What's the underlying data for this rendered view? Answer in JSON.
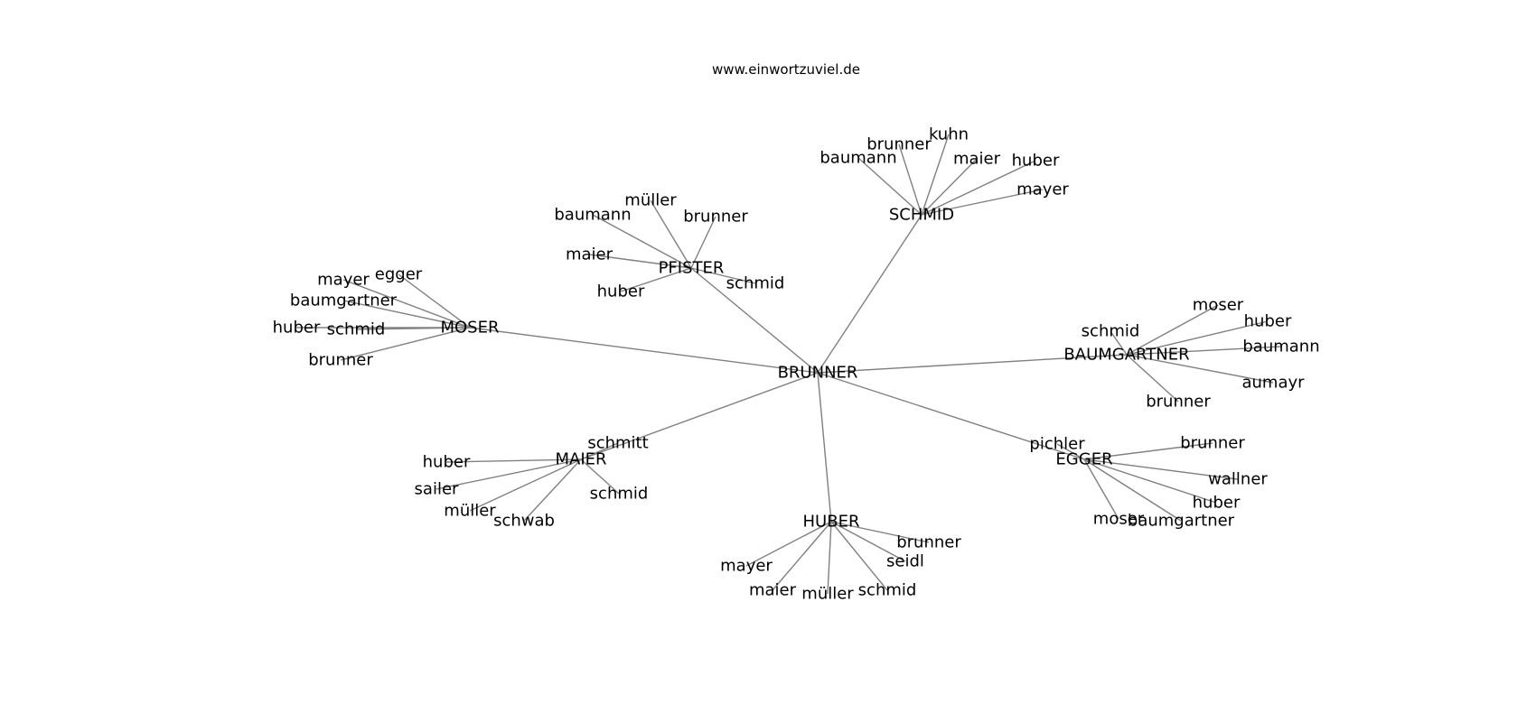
{
  "title": "www.einwortzuviel.de",
  "colors": {
    "edge": "#808080",
    "text": "#000000",
    "background": "#ffffff"
  },
  "graph": {
    "center": "BRUNNER",
    "hubs": [
      {
        "id": "schmid-hub",
        "label": "SCHMID",
        "leaves": [
          "baumann",
          "brunner",
          "kuhn",
          "maier",
          "huber",
          "mayer"
        ]
      },
      {
        "id": "pfister-hub",
        "label": "PFISTER",
        "leaves": [
          "baumann",
          "müller",
          "brunner",
          "maier",
          "huber",
          "schmid"
        ]
      },
      {
        "id": "moser-hub",
        "label": "MOSER",
        "leaves": [
          "mayer",
          "egger",
          "baumgartner",
          "huber",
          "schmid",
          "brunner"
        ]
      },
      {
        "id": "baumgartner-hub",
        "label": "BAUMGARTNER",
        "leaves": [
          "schmid",
          "moser",
          "huber",
          "baumann",
          "aumayr",
          "brunner"
        ]
      },
      {
        "id": "maier-hub",
        "label": "MAIER",
        "leaves": [
          "schmitt",
          "huber",
          "sailer",
          "müller",
          "schwab",
          "schmid"
        ]
      },
      {
        "id": "egger-hub",
        "label": "EGGER",
        "leaves": [
          "pichler",
          "brunner",
          "wallner",
          "huber",
          "moser",
          "baumgartner"
        ]
      },
      {
        "id": "huber-hub",
        "label": "HUBER",
        "leaves": [
          "brunner",
          "seidl",
          "mayer",
          "maier",
          "müller",
          "schmid"
        ]
      }
    ]
  }
}
